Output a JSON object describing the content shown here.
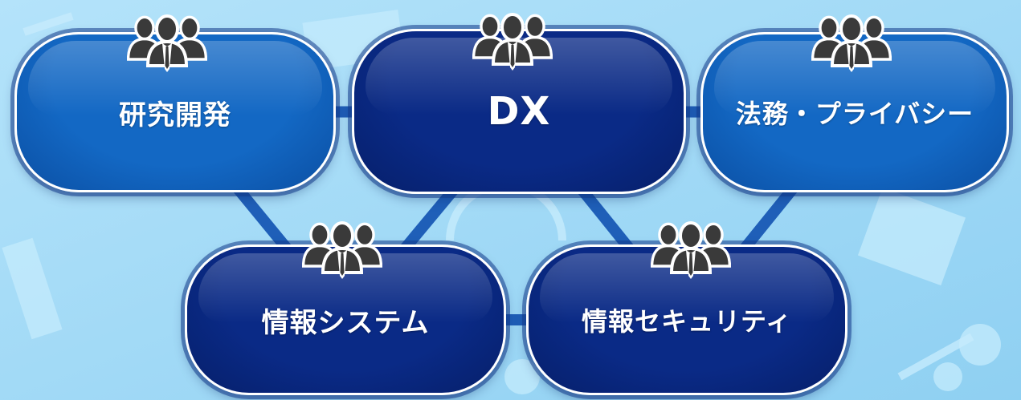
{
  "colors": {
    "background": "#a9ddf7",
    "connector": "#1f5fb8",
    "node_light": "#1368c4",
    "node_dark": "#0a2a86",
    "icon_fill": "#3a3a3a",
    "icon_outline": "#ffffff"
  },
  "icon_name": "people-group-icon",
  "nodes": {
    "research": {
      "label": "研究開発"
    },
    "dx": {
      "label": "DX"
    },
    "legal": {
      "label": "法務・プライバシー"
    },
    "infosys": {
      "label": "情報システム"
    },
    "infosec": {
      "label": "情報セキュリティ"
    }
  }
}
